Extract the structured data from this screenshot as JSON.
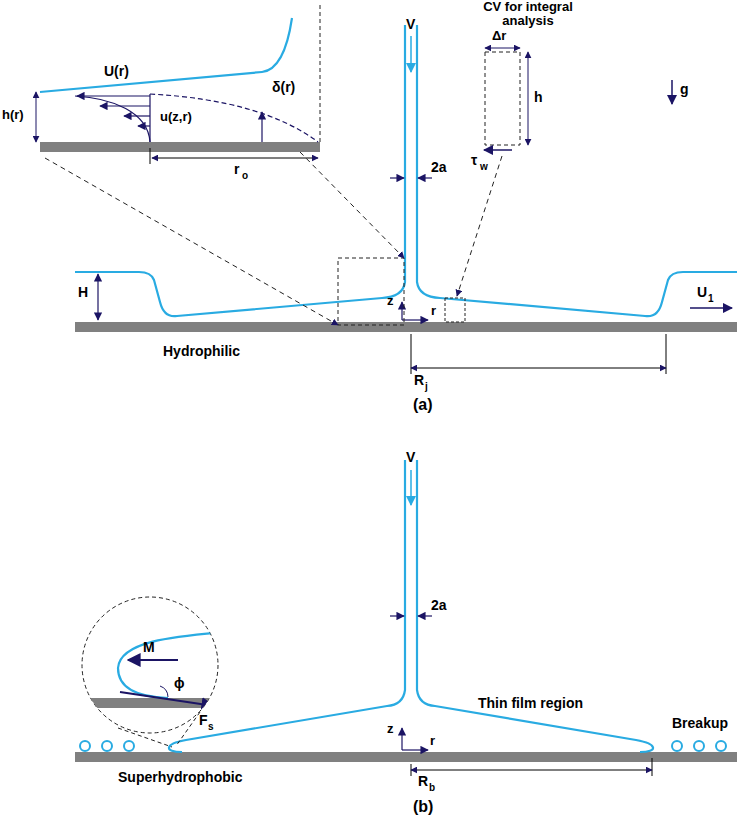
{
  "diagram": {
    "labels": [
      "CV for integral analysis",
      "V",
      "2a",
      "Δr",
      "h",
      "τ",
      "w",
      "g",
      "U(r)",
      "h(r)",
      "u(z,r)",
      "δ(r)",
      "r",
      "o",
      "H",
      "z",
      "r",
      "U",
      "1",
      "Hydrophilic",
      "R",
      "j",
      "(a)",
      "V",
      "2a",
      "M",
      "ϕ",
      "F",
      "s",
      "Thin film region",
      "z",
      "r",
      "Breakup",
      "Superhydrophobic",
      "R",
      "b",
      "(b)"
    ]
  }
}
